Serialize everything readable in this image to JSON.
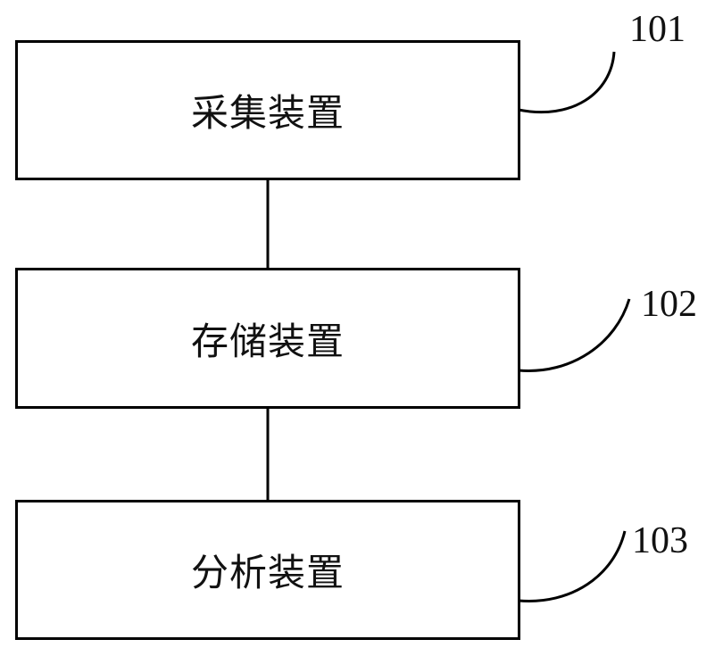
{
  "diagram": {
    "nodes": [
      {
        "id": "collect",
        "label": "采集装置",
        "ref": "101"
      },
      {
        "id": "store",
        "label": "存储装置",
        "ref": "102"
      },
      {
        "id": "analyze",
        "label": "分析装置",
        "ref": "103"
      }
    ]
  }
}
